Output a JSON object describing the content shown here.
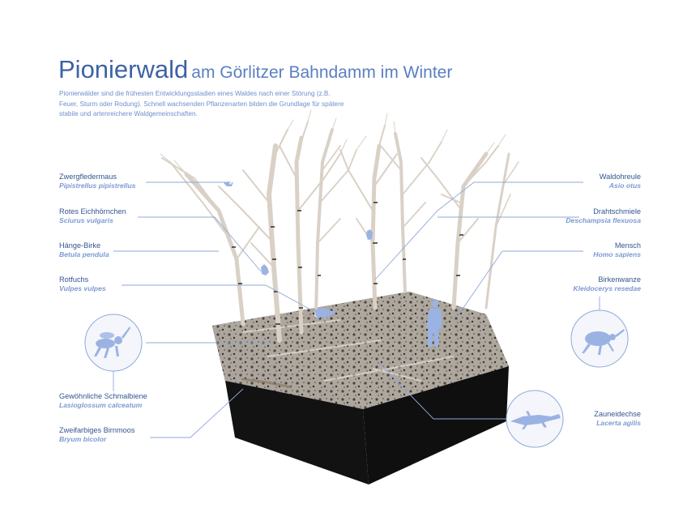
{
  "title": {
    "main": "Pionierwald",
    "rest": "am Görlitzer Bahndamm im Winter"
  },
  "intro": "Pionierwälder sind die frühesten Entwicklungsstadien eines Waldes nach einer Störung (z.B. Feuer, Sturm oder Rodung). Schnell wachsenden Pflanzenarten bilden die Grundlage für spätere stabile und artenreichere Waldgemeinschaften.",
  "colors": {
    "accent": "#3d63a6",
    "line": "#8fa9d8",
    "silhouette": "#9bb3e3",
    "circle_fill": "#f4f6fb",
    "soil": "#1b1b1b"
  },
  "species_left": [
    {
      "name": "Zwergfledermaus",
      "sci": "Pipistrellus pipistrellus",
      "icon": "bat-icon"
    },
    {
      "name": "Rotes Eichhörnchen",
      "sci": "Sciurus vulgaris",
      "icon": "squirrel-icon"
    },
    {
      "name": "Hänge-Birke",
      "sci": "Betula pendula",
      "icon": "birch-icon"
    },
    {
      "name": "Rotfuchs",
      "sci": "Vulpes vulpes",
      "icon": "fox-icon"
    },
    {
      "name": "Gewöhnliche Schmalbiene",
      "sci": "Lasioglossum calceatum",
      "icon": "bee-icon"
    },
    {
      "name": "Zweifarbiges Birnmoos",
      "sci": "Bryum bicolor",
      "icon": "moss-icon"
    }
  ],
  "species_right": [
    {
      "name": "Waldohreule",
      "sci": "Asio otus",
      "icon": "owl-icon"
    },
    {
      "name": "Drahtschmiele",
      "sci": "Deschampsia flexuosa",
      "icon": "grass-icon"
    },
    {
      "name": "Mensch",
      "sci": "Homo sapiens",
      "icon": "human-icon"
    },
    {
      "name": "Birkenwanze",
      "sci": "Kleidocerys resedae",
      "icon": "bug-icon"
    },
    {
      "name": "Zauneidechse",
      "sci": "Lacerta agilis",
      "icon": "lizard-icon"
    }
  ]
}
